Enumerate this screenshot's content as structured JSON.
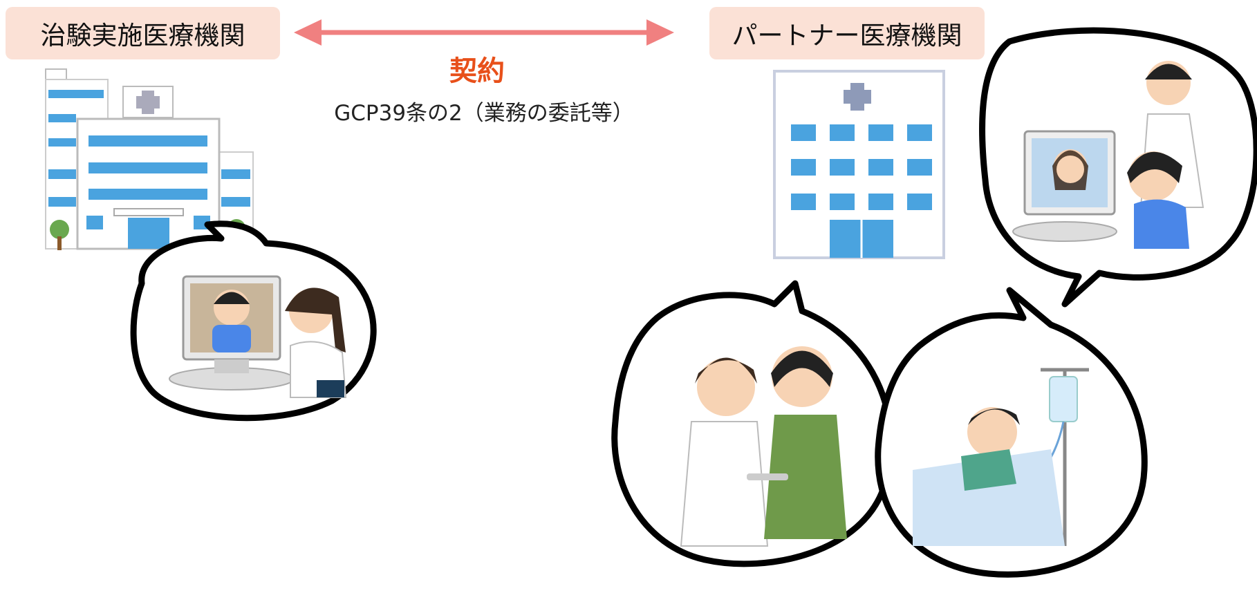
{
  "left_institution": "治験実施医療機関",
  "right_institution": "パートナー医療機関",
  "contract": {
    "title": "契約",
    "subtitle": "GCP39条の2（業務の委託等）"
  },
  "colors": {
    "label_bg": "#fbe1d6",
    "arrow": "#f08080",
    "contract_title": "#e8501a",
    "window_blue": "#4aa3df"
  },
  "icons": [
    "hospital-icon",
    "partner-hospital-icon",
    "telemedicine-icon",
    "nurse-injection-icon",
    "iv-patient-icon"
  ]
}
